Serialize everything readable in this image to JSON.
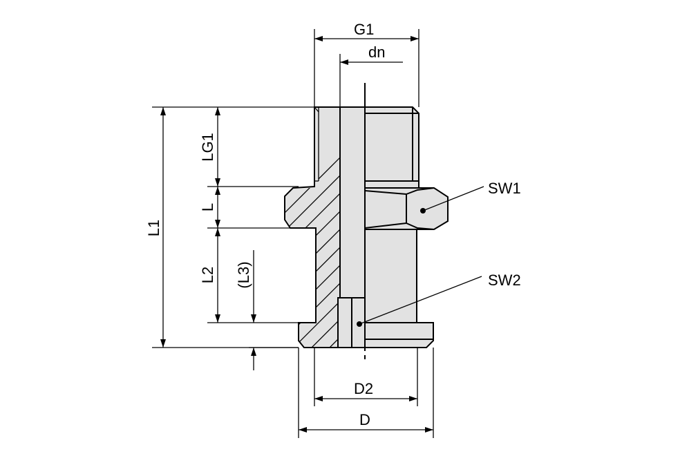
{
  "drawing": {
    "type": "fitting-cross-section",
    "fill_color": "#e2e2e2",
    "line_color": "#000000"
  },
  "dimensions": {
    "g1": "G1",
    "dn": "dn",
    "l1": "L1",
    "lg1": "LG1",
    "l": "L",
    "l2": "L2",
    "l3": "(L3)",
    "d2": "D2",
    "d": "D"
  },
  "callouts": {
    "sw1": "SW1",
    "sw2": "SW2"
  }
}
